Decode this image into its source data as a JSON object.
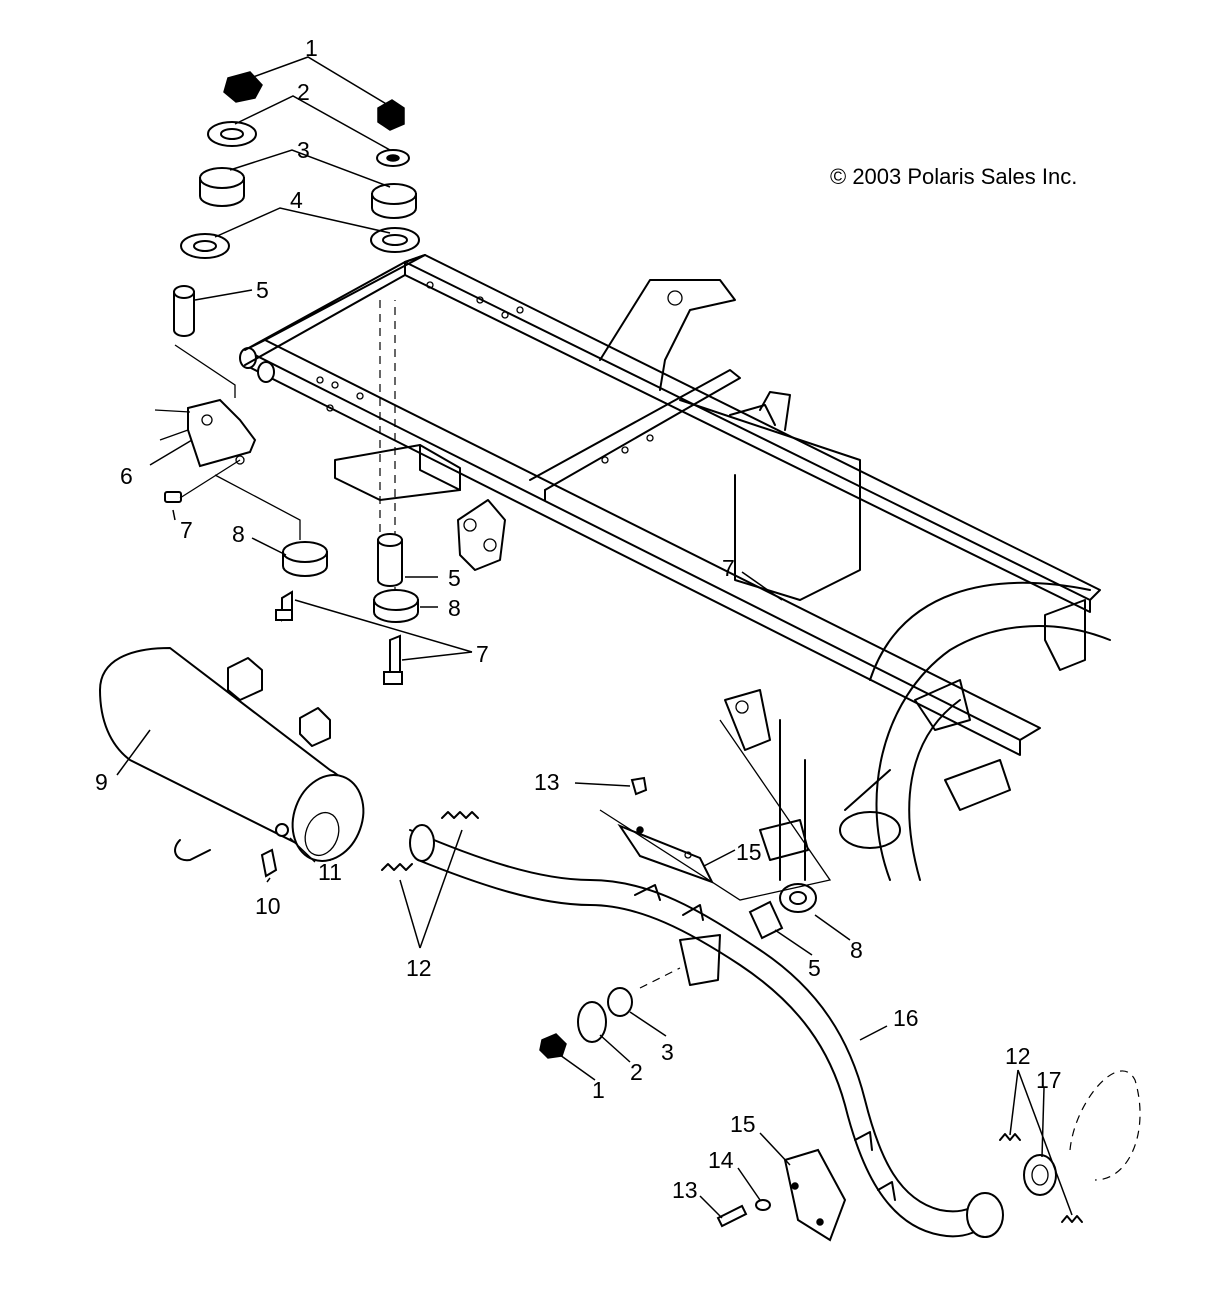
{
  "diagram": {
    "copyright": "© 2003 Polaris Sales Inc.",
    "callouts": [
      "1",
      "2",
      "3",
      "4",
      "5",
      "6",
      "7",
      "8",
      "5",
      "8",
      "7",
      "7",
      "9",
      "10",
      "11",
      "12",
      "13",
      "15",
      "5",
      "8",
      "16",
      "1",
      "2",
      "3",
      "12",
      "17",
      "15",
      "14",
      "13"
    ]
  }
}
